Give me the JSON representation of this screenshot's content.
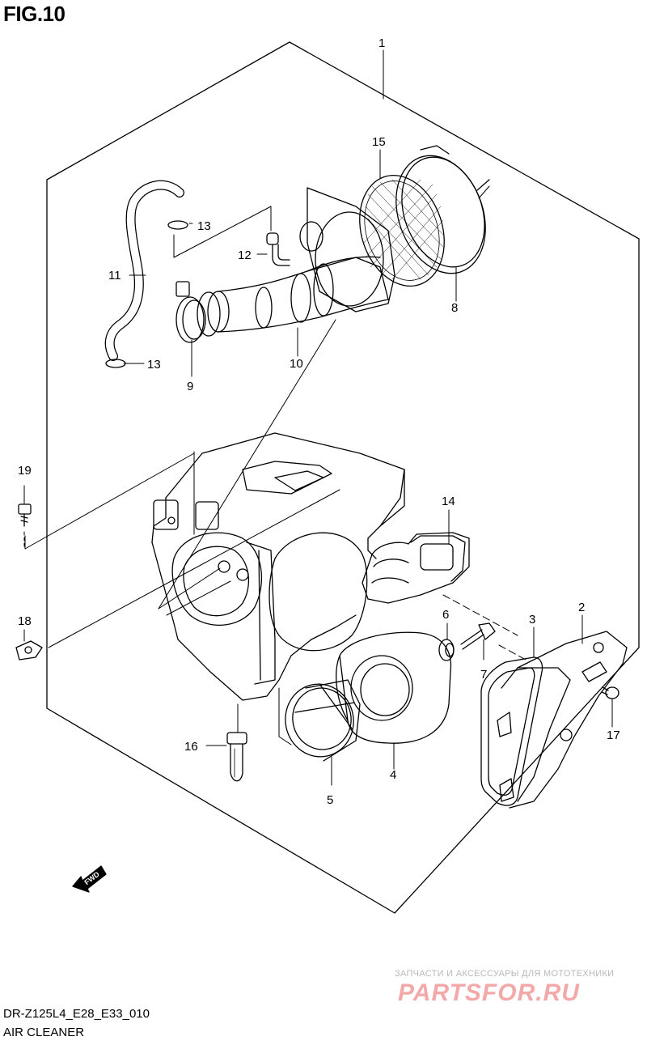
{
  "figure": {
    "title": "FIG.10",
    "model_code": "DR-Z125L4_E28_E33_010",
    "caption": "AIR CLEANER"
  },
  "callouts": [
    {
      "id": "1",
      "label": "1"
    },
    {
      "id": "2",
      "label": "2"
    },
    {
      "id": "3",
      "label": "3"
    },
    {
      "id": "4",
      "label": "4"
    },
    {
      "id": "5",
      "label": "5"
    },
    {
      "id": "6",
      "label": "6"
    },
    {
      "id": "7",
      "label": "7"
    },
    {
      "id": "8",
      "label": "8"
    },
    {
      "id": "9",
      "label": "9"
    },
    {
      "id": "10",
      "label": "10"
    },
    {
      "id": "11",
      "label": "11"
    },
    {
      "id": "12",
      "label": "12"
    },
    {
      "id": "13a",
      "label": "13"
    },
    {
      "id": "13b",
      "label": "13"
    },
    {
      "id": "14",
      "label": "14"
    },
    {
      "id": "15",
      "label": "15"
    },
    {
      "id": "16",
      "label": "16"
    },
    {
      "id": "17",
      "label": "17"
    },
    {
      "id": "18",
      "label": "18"
    },
    {
      "id": "19",
      "label": "19"
    }
  ],
  "direction_arrow": {
    "label": "FWD"
  },
  "watermark": {
    "line": "ЗАПЧАСТИ И АКСЕССУАРЫ ДЛЯ МОТОТЕХНИКИ",
    "logo": "PARTSFOR.RU"
  }
}
